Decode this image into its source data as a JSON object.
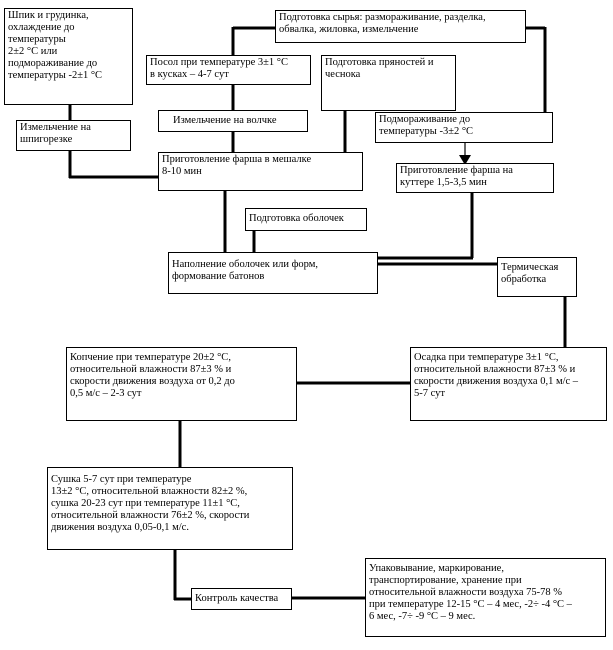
{
  "flowchart": {
    "steps": {
      "salo_chilling": "Шпик и грудинка,\nохлаждение до\nтемпературы\n2±2 °С или\nподмораживание до\nтемпературы -2±1 °С",
      "raw_prep": "Подготовка сырья: размораживание, разделка,\nобвалка, жиловка, измельчение",
      "salting": "Посол при температуре 3±1 °С\nв кусках – 4-7 сут",
      "spice_prep": "Подготовка пряностей и\nчеснока",
      "volchok": "Измельчение на волчке",
      "freezing": "Подмораживание до\nтемпературы -3±2 °С",
      "shpigorezka": "Измельчение на\nшпигорезке",
      "mixer": "Приготовление фарша в мешалке\n8-10 мин",
      "cutter": "Приготовление фарша на\nкуттере 1,5-3,5 мин",
      "casing_prep": "Подготовка оболочек",
      "filling": "Наполнение оболочек или форм,\nформование батонов",
      "heat_treatment": "Термическая\nобработка",
      "smoking": "Копчение при температуре 20±2 °С,\nотносительной влажности 87±3 % и\nскорости движения воздуха от 0,2 до\n0,5 м/с – 2-3 сут",
      "settling": "Осадка при температуре 3±1 °С,\nотносительной влажности 87±3 % и\nскорости движения воздуха 0,1 м/с –\n5-7 сут",
      "drying": "Сушка 5-7 сут при температуре\n 13±2 °С, относительной влажности 82±2 %,\nсушка 20-23 сут при температуре 11±1 °С,\nотносительной влажности 76±2 %, скорости\nдвижения воздуха 0,05-0,1 м/с.",
      "quality": "Контроль качества",
      "packing": "Упаковывание, маркирование,\nтранспортирование, хранение при\nотносительной влажности воздуха 75-78 %\nпри температуре 12-15 °С – 4 мес, -2÷ -4 °С –\n6 мес, -7÷ -9 °С – 9 мес."
    }
  }
}
